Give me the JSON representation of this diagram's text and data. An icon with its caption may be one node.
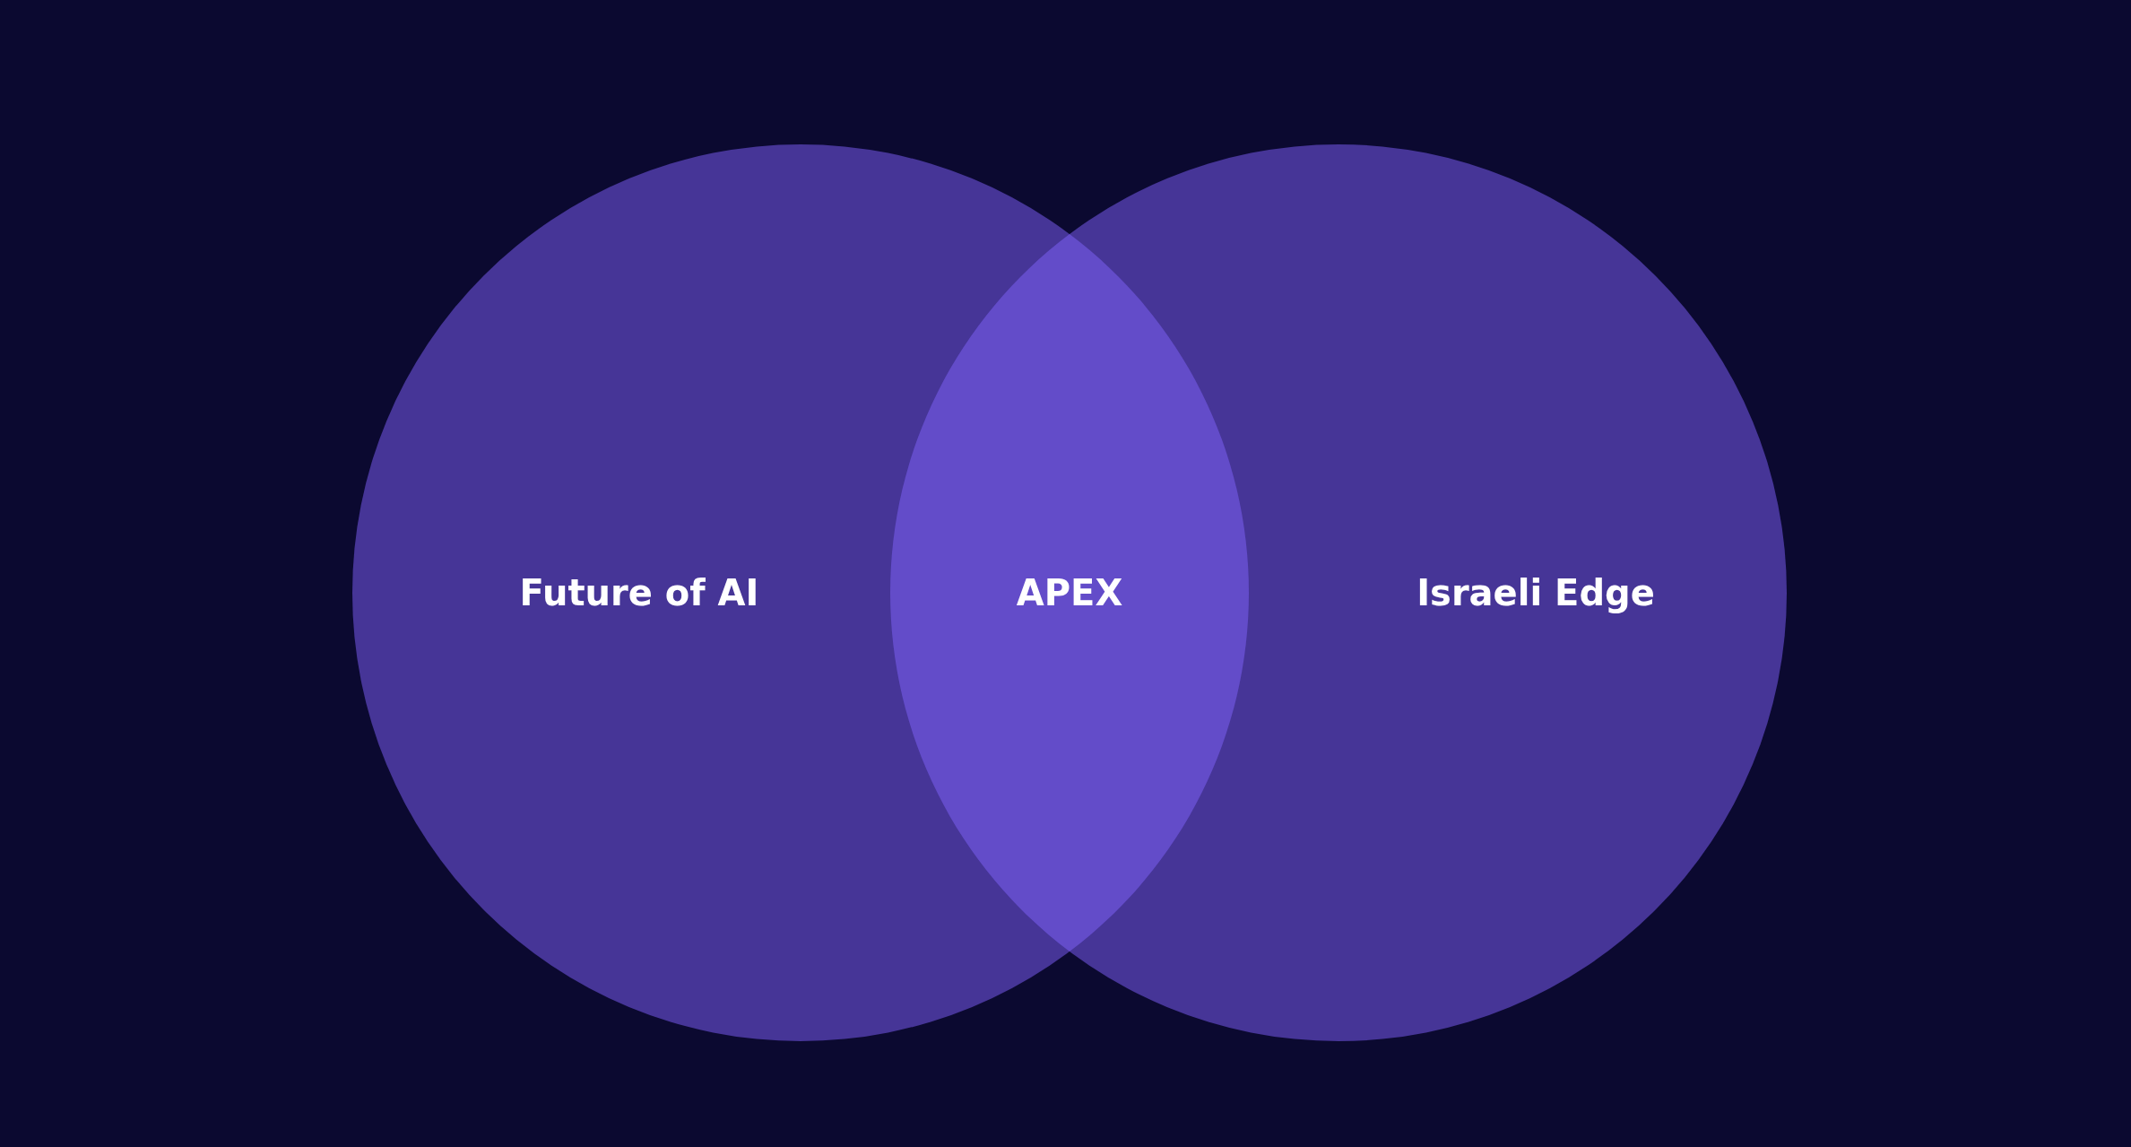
{
  "diagram": {
    "nodes": [
      {
        "text": [
          "Future of AI"
        ]
      },
      {
        "text": [
          "APEX"
        ]
      },
      {
        "text": [
          "Israeli Edge"
        ]
      }
    ]
  }
}
